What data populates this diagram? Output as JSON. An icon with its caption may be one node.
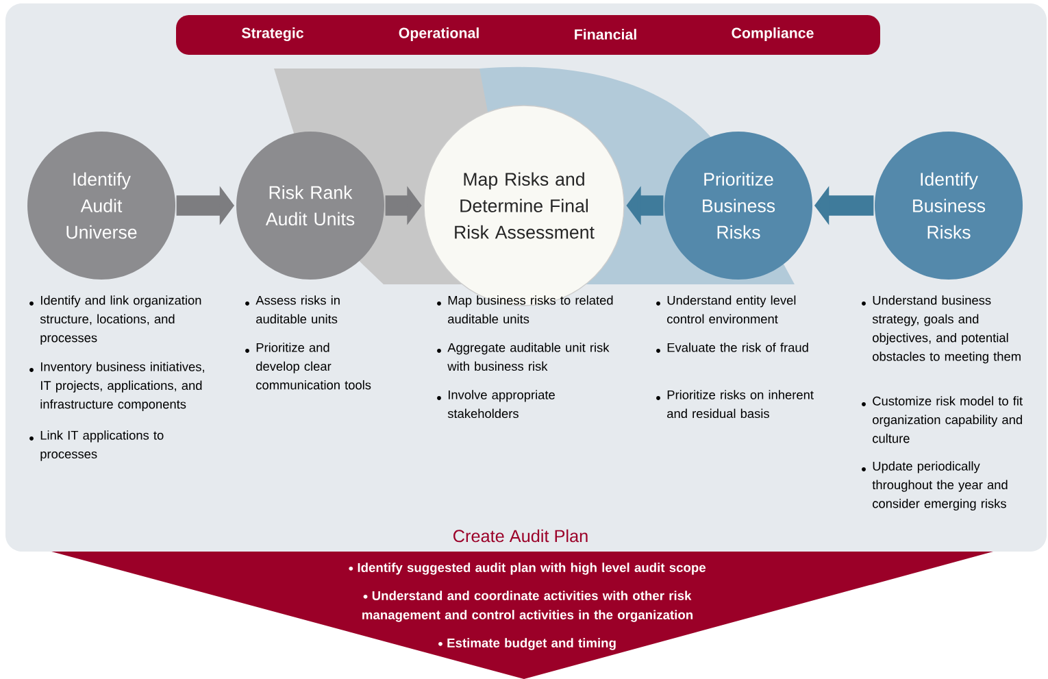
{
  "diagram": {
    "nodes": [
      {
        "text": [
          "Strategic",
          "Operational",
          "Financial",
          "Compliance"
        ]
      },
      {
        "text": [
          "Identify Audit Universe"
        ],
        "beside": [
          "Identify and link organization structure, locations, and processes",
          "Inventory business initiatives, IT projects, applications, and infrastructure components",
          "Link IT applications to processes"
        ]
      },
      {
        "text": [
          "Risk Rank Audit Units"
        ],
        "beside": [
          "Assess risks in auditable units",
          "Prioritize and develop clear communication tools"
        ]
      },
      {
        "text": [
          "Map Risks and Determine Final Risk Assessment"
        ],
        "beside": [
          "Map business risks to related auditable units",
          "Aggregate auditable unit risk with business risk",
          "Involve appropriate stakeholders"
        ]
      },
      {
        "text": [
          "Prioritize Business Risks"
        ],
        "beside": [
          "Understand entity level control environment",
          "Evaluate the risk of fraud",
          "Prioritize risks on inherent and residual basis"
        ]
      },
      {
        "text": [
          "Identify Business Risks"
        ],
        "beside": [
          "Understand business strategy, goals and objectives, and potential obstacles to meeting them",
          "Customize risk model to fit organization capability and culture",
          "Update periodically throughout the year and consider emerging risks"
        ]
      },
      {
        "text": [
          "Create Audit Plan",
          "Identify suggested audit plan with high level audit scope",
          "Understand and coordinate activities with other risk management and control activities in the organization",
          "Estimate budget and timing"
        ]
      }
    ],
    "edges": [
      {
        "from": 1,
        "to": 2,
        "arrow": "to"
      },
      {
        "from": 2,
        "to": 3,
        "arrow": "to"
      },
      {
        "from": 5,
        "to": 4,
        "arrow": "to",
        "color": "#3f7b9b"
      },
      {
        "from": 4,
        "to": 3,
        "arrow": "to",
        "color": "#3f7b9b"
      }
    ]
  }
}
